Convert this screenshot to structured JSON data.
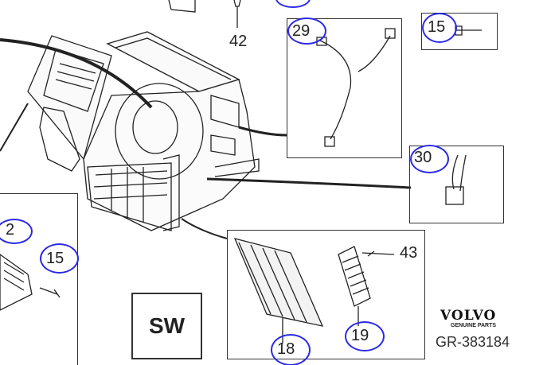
{
  "callouts": {
    "p42": "42",
    "p29": "29",
    "p15_top": "15",
    "p30": "30",
    "p2": "2",
    "p15_left": "15",
    "p43": "43",
    "p19": "19",
    "p18": "18"
  },
  "sw_label": "SW",
  "brand": {
    "name": "VOLVO",
    "tagline": "GENUINE PARTS"
  },
  "ref_code": "GR-383184",
  "colors": {
    "callout_circle": "#2a2ae8",
    "line": "#222222"
  }
}
